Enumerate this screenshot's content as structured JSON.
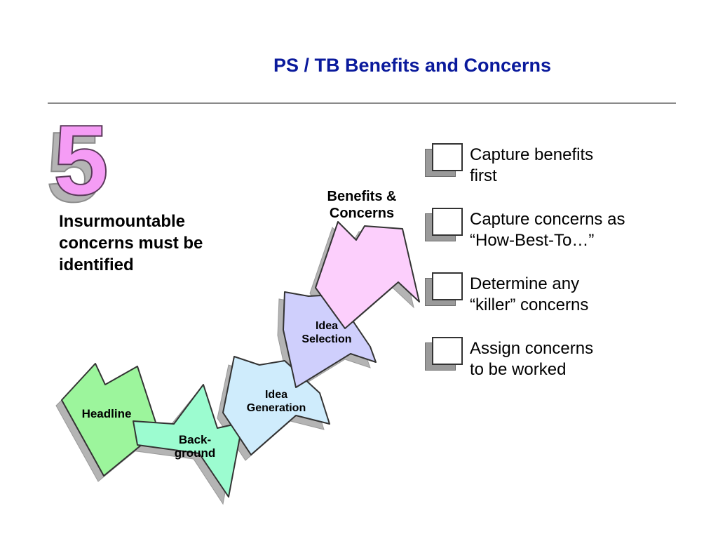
{
  "title": "PS / TB Benefits and Concerns",
  "step_number": "5",
  "subtitle": "Insurmountable concerns must be identified",
  "stages": [
    {
      "label": "Headline",
      "fill": "#9cf59c"
    },
    {
      "label": "Back-\nground",
      "fill": "#9cfcd0"
    },
    {
      "label": "Idea\nGeneration",
      "fill": "#cfecfc"
    },
    {
      "label": "Idea\nSelection",
      "fill": "#cfcffc"
    },
    {
      "label": "Benefits &\nConcerns",
      "fill": "#fccffc"
    }
  ],
  "checklist": [
    "Capture benefits\nfirst",
    "Capture concerns as\n“How-Best-To…”",
    "Determine any\n“killer” concerns",
    "Assign concerns\nto be worked"
  ],
  "colors": {
    "title": "#0a1a9c",
    "number_fill": "#f59cf5",
    "number_shadow": "#b4b4b4",
    "arrow_shadow": "#b4b4b4"
  }
}
